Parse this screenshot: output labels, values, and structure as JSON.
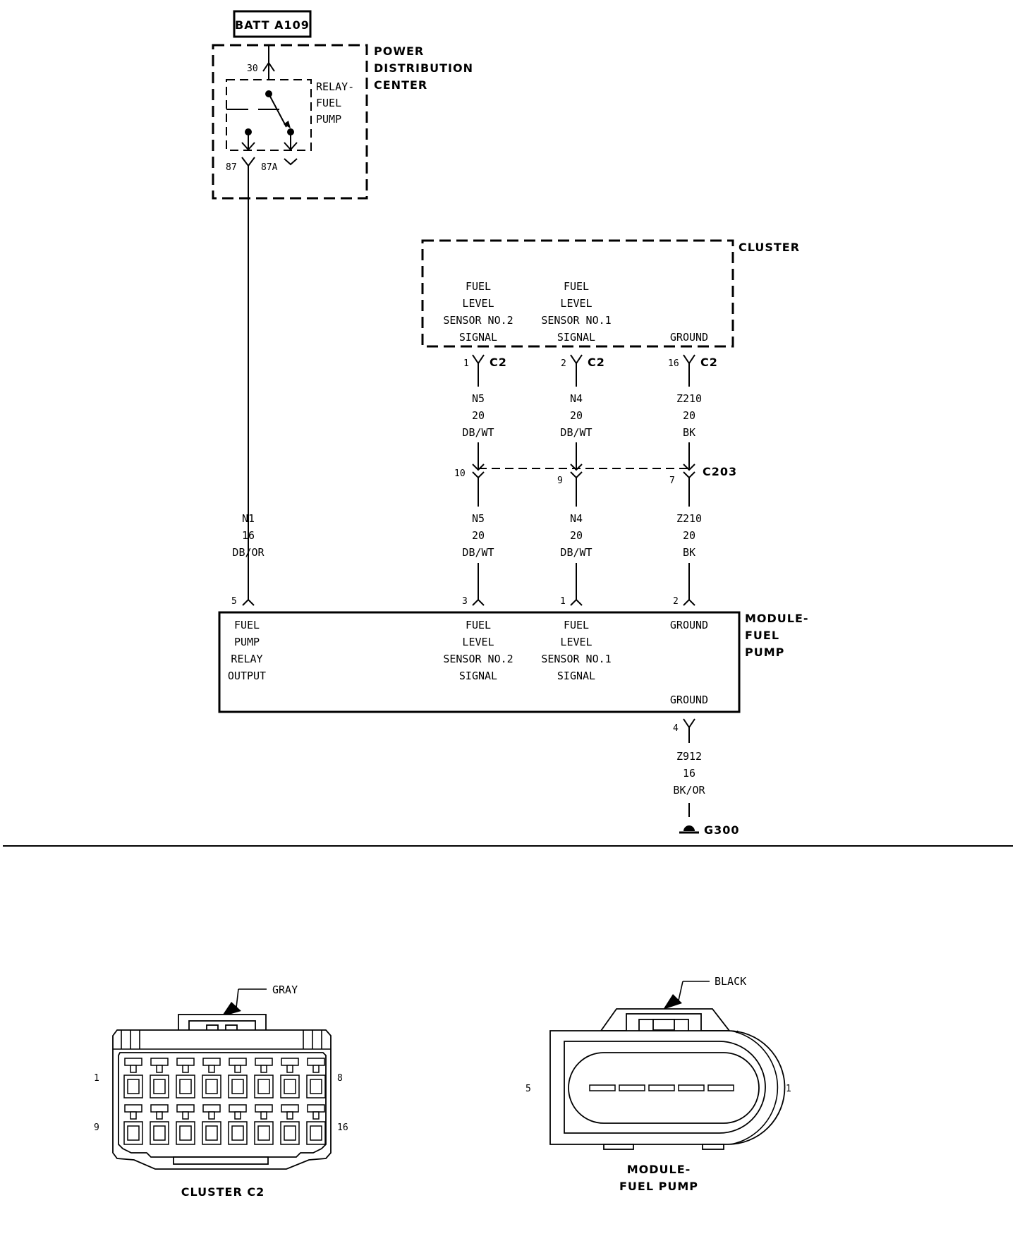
{
  "title": "",
  "batt": "BATT A109",
  "pdc": {
    "label": [
      "POWER",
      "DISTRIBUTION",
      "CENTER"
    ],
    "relay_label": [
      "RELAY-",
      "FUEL",
      "PUMP"
    ],
    "pin_30": "30",
    "pin_87": "87",
    "pin_87a": "87A"
  },
  "cluster": {
    "label": "CLUSTER",
    "pins": [
      {
        "text": [
          "FUEL",
          "LEVEL",
          "SENSOR NO.2",
          "SIGNAL"
        ],
        "pin": "1",
        "conn": "C2",
        "wire1": [
          "N5",
          "20",
          "DB/WT"
        ],
        "c203_pin": "10",
        "wire2": [
          "N5",
          "20",
          "DB/WT"
        ]
      },
      {
        "text": [
          "FUEL",
          "LEVEL",
          "SENSOR NO.1",
          "SIGNAL"
        ],
        "pin": "2",
        "conn": "C2",
        "wire1": [
          "N4",
          "20",
          "DB/WT"
        ],
        "c203_pin": "9",
        "wire2": [
          "N4",
          "20",
          "DB/WT"
        ]
      },
      {
        "text": [
          "GROUND"
        ],
        "pin": "16",
        "conn": "C2",
        "wire1": [
          "Z210",
          "20",
          "BK"
        ],
        "c203_pin": "7",
        "wire2": [
          "Z210",
          "20",
          "BK"
        ]
      }
    ],
    "c203_label": "C203"
  },
  "pump_wire": [
    "N1",
    "16",
    "DB/OR"
  ],
  "module": {
    "label": [
      "MODULE-",
      "FUEL",
      "PUMP"
    ],
    "pins": [
      {
        "pin": "5",
        "text": [
          "FUEL",
          "PUMP",
          "RELAY",
          "OUTPUT"
        ]
      },
      {
        "pin": "3",
        "text": [
          "FUEL",
          "LEVEL",
          "SENSOR NO.2",
          "SIGNAL"
        ]
      },
      {
        "pin": "1",
        "text": [
          "FUEL",
          "LEVEL",
          "SENSOR NO.1",
          "SIGNAL"
        ]
      },
      {
        "pin": "2",
        "text": [
          "GROUND"
        ]
      }
    ],
    "ground_bottom": "GROUND",
    "ground_pin": "4",
    "ground_wire": [
      "Z912",
      "16",
      "BK/OR"
    ],
    "ground_point": "G300"
  },
  "connectors": {
    "cluster_c2": {
      "color": "GRAY",
      "caption": "CLUSTER C2",
      "pin_labels": {
        "top_left": "1",
        "top_right": "8",
        "bottom_left": "9",
        "bottom_right": "16"
      }
    },
    "module_fuel_pump": {
      "color": "BLACK",
      "caption": [
        "MODULE-",
        "FUEL PUMP"
      ],
      "pin_labels": {
        "left": "5",
        "right": "1"
      }
    }
  }
}
